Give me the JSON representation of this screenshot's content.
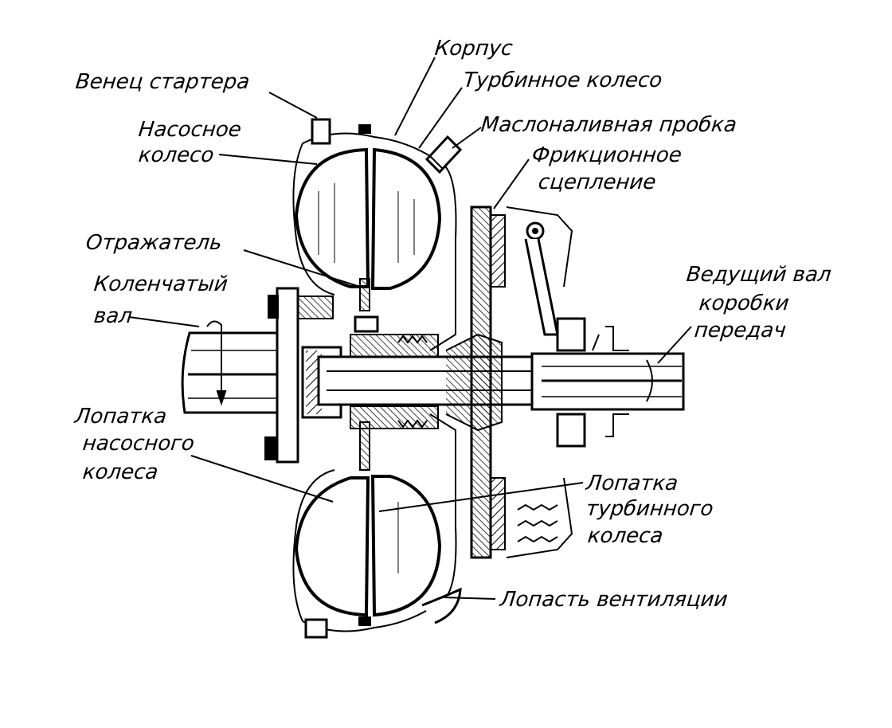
{
  "labels": {
    "starter_ring": "Венец стартера",
    "pump_wheel_1": "Насосное",
    "pump_wheel_2": "колесо",
    "housing": "Корпус",
    "turbine_wheel": "Турбинное колесо",
    "oil_plug": "Маслоналивная пробка",
    "friction_clutch_1": "Фрикционное",
    "friction_clutch_2": "сцепление",
    "reflector": "Отражатель",
    "crankshaft_1": "Коленчатый",
    "crankshaft_2": "вал",
    "gearbox_shaft_1": "Ведущий вал",
    "gearbox_shaft_2": "коробки",
    "gearbox_shaft_3": "передач",
    "pump_blade_1": "Лопатка",
    "pump_blade_2": "насосного",
    "pump_blade_3": "колеса",
    "turbine_blade_1": "Лопатка",
    "turbine_blade_2": "турбинного",
    "turbine_blade_3": "колеса",
    "vent_blade": "Лопасть вентиляции"
  },
  "colors": {
    "ink": "#000000",
    "paper": "#ffffff"
  }
}
